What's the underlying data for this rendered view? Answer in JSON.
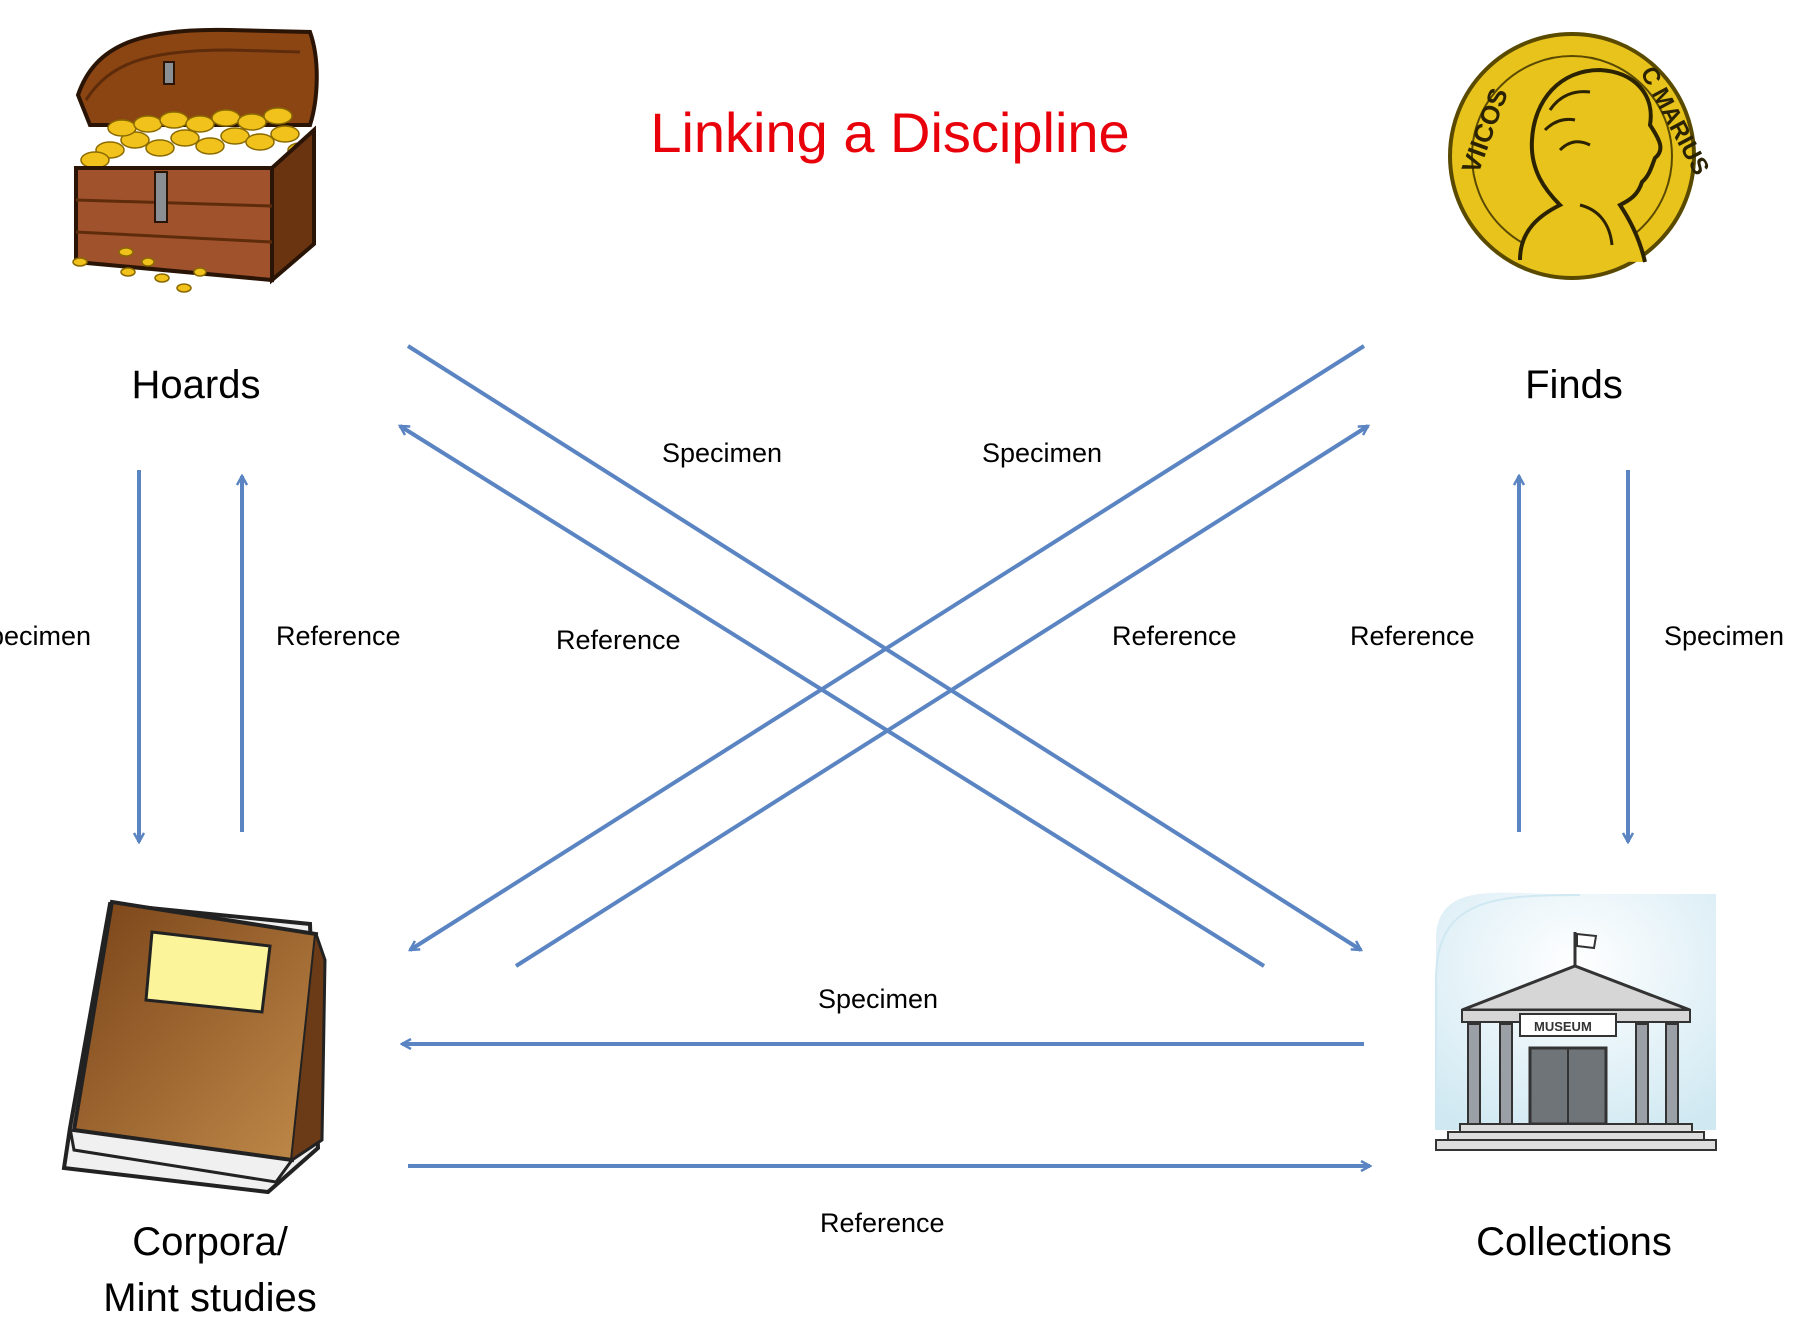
{
  "title": "Linking a Discipline",
  "colors": {
    "title": "#e8000b",
    "arrow": "#5a84c2",
    "coin": "#e8c31c",
    "chest": "#8b4513",
    "book": "#a0642a"
  },
  "nodes": {
    "hoards": {
      "label": "Hoards",
      "icon": "treasure-chest-icon"
    },
    "finds": {
      "label": "Finds",
      "icon": "gold-coin-icon"
    },
    "corpora": {
      "label_line1": "Corpora/",
      "label_line2": "Mint studies",
      "icon": "book-icon"
    },
    "collections": {
      "label": "Collections",
      "icon": "museum-icon"
    }
  },
  "coin_text": {
    "left": "VIICOS",
    "right": "C MARIUS"
  },
  "museum_sign": "MUSEUM",
  "edges": {
    "hoards_to_corpora": "Specimen",
    "corpora_to_hoards": "Reference",
    "hoards_to_collections": "Specimen",
    "collections_to_hoards": "Reference",
    "finds_to_corpora": "Specimen",
    "corpora_to_finds": "Reference",
    "collections_to_finds": "Reference",
    "finds_to_collections": "Specimen",
    "collections_to_corpora": "Specimen",
    "corpora_to_collections": "Reference"
  }
}
